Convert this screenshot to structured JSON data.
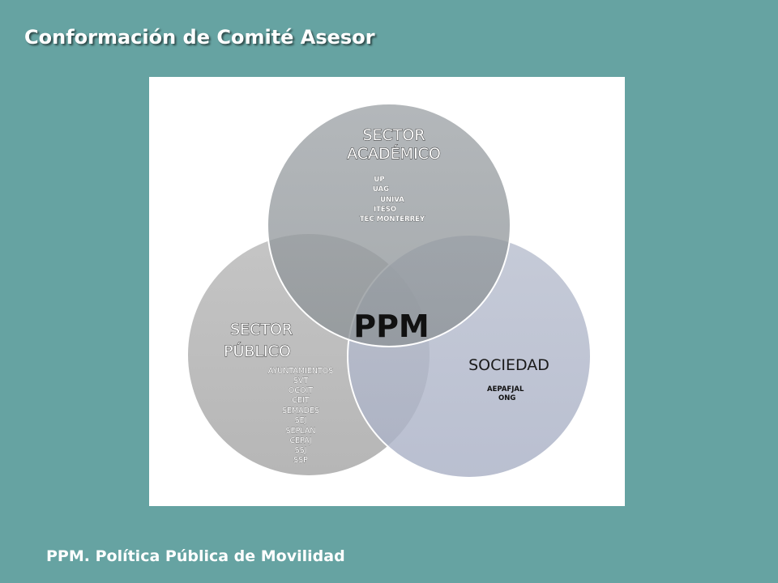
{
  "title": "Conformación de Comité Asesor",
  "footer": "PPM. Política Pública de Movilidad",
  "diagram": {
    "center_label": "PPM",
    "sectors": {
      "academico": {
        "title_lines": [
          "SECTOR",
          "ACADÉMICO"
        ],
        "members": [
          "UP",
          "UAG",
          "UNIVA",
          "ITESO",
          "TEC MONTERREY"
        ],
        "fill": "#8f9599"
      },
      "publico": {
        "title_lines": [
          "SECTOR",
          "PÚBLICO"
        ],
        "members": [
          "AYUNTAMIENTOS",
          "SVT",
          "OCOIT",
          "CEIT",
          "SEMADES",
          "SEJ",
          "SEPLAN",
          "CEPAJ",
          "SSJ",
          "SSP"
        ],
        "fill": "#a9a9a9"
      },
      "sociedad": {
        "title_lines": [
          "SOCIEDAD"
        ],
        "members": [
          "AEPAFJAL",
          "ONG"
        ],
        "fill": "#9aa2b8"
      }
    }
  }
}
